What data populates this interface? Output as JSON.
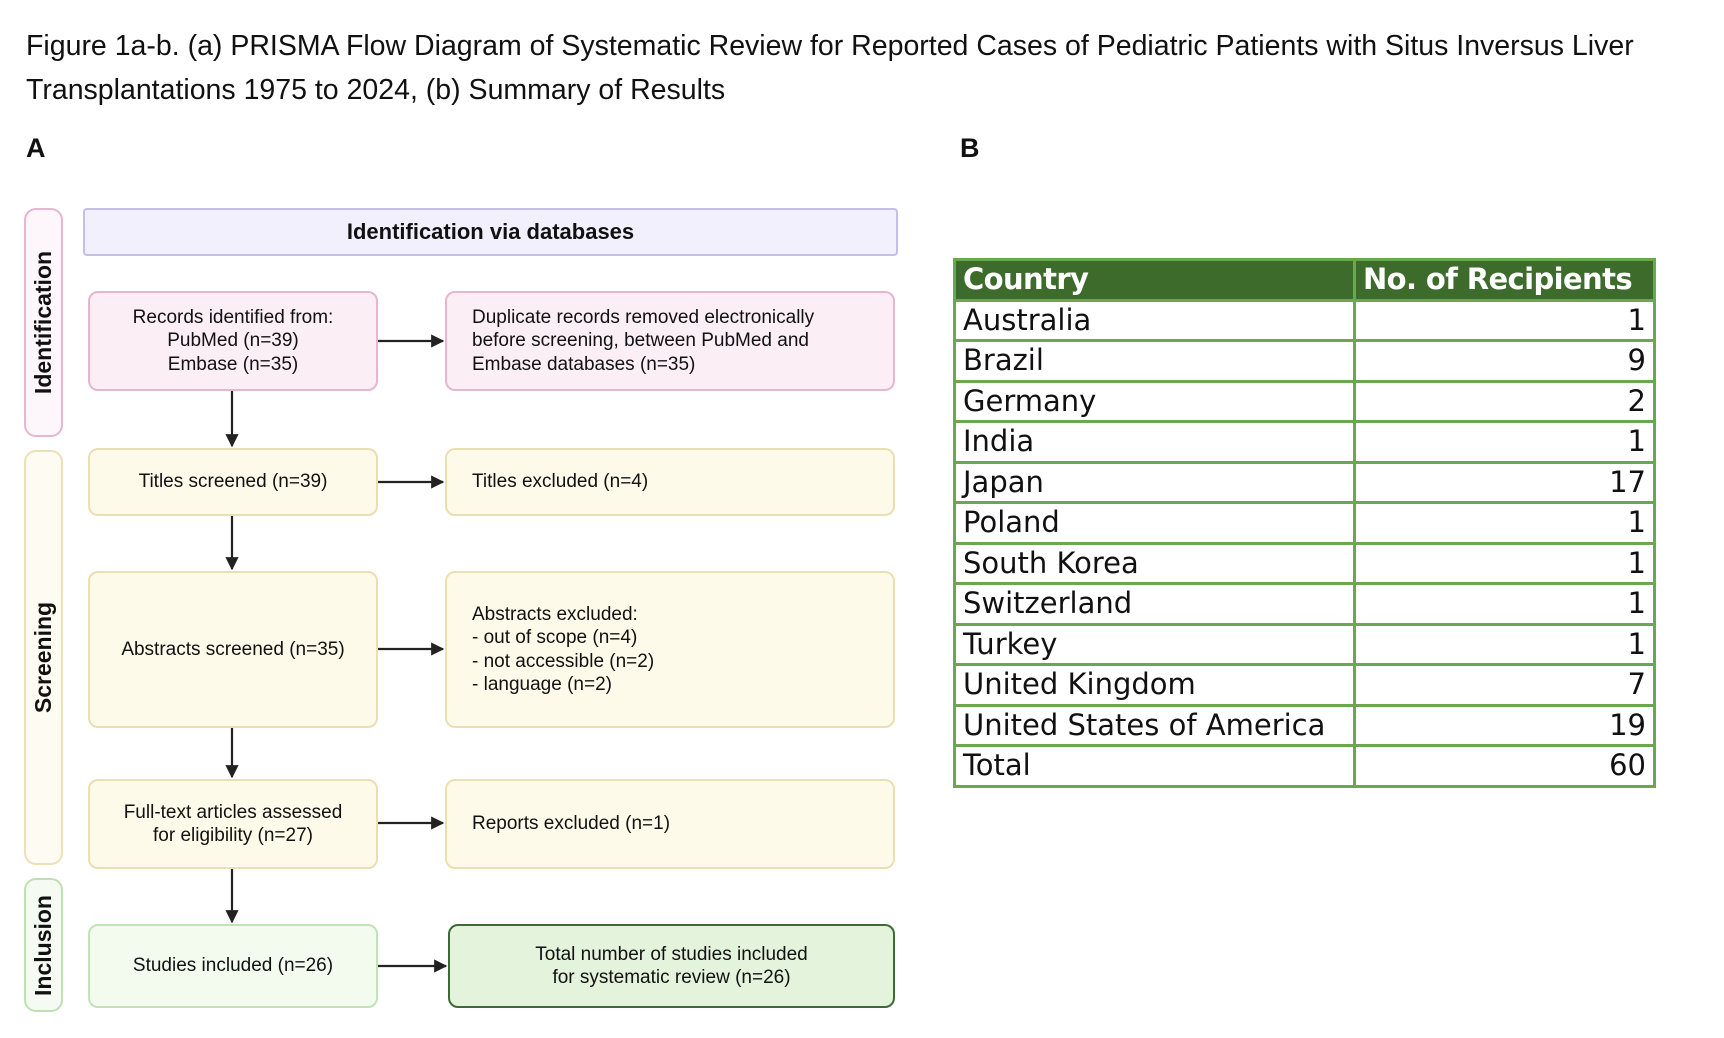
{
  "caption": {
    "line1": "Figure 1a-b. (a) PRISMA Flow Diagram of Systematic Review for Reported Cases of Pediatric Patients with Situs Inversus Liver",
    "line2": "Transplantations  1975 to 2024, (b) Summary of Results"
  },
  "panel_a": {
    "letter": "A",
    "stages": {
      "identification": "Identification",
      "screening": "Screening",
      "inclusion": "Inclusion"
    },
    "header": "Identification via databases",
    "records": [
      "Records identified from:",
      "PubMed (n=39)",
      "Embase (n=35)"
    ],
    "duplicates": [
      "Duplicate records removed electronically",
      "before screening, between PubMed and",
      "Embase databases (n=35)"
    ],
    "titles_screened": "Titles screened (n=39)",
    "titles_excluded": "Titles excluded  (n=4)",
    "abstracts_screened": "Abstracts screened (n=35)",
    "abstracts_excluded": [
      "Abstracts excluded:",
      "- out of scope (n=4)",
      "- not accessible (n=2)",
      "- language (n=2)"
    ],
    "fulltext": [
      "Full-text articles assessed",
      "for eligibility (n=27)"
    ],
    "reports_excluded": "Reports excluded (n=1)",
    "studies_included": "Studies included (n=26)",
    "total_included": [
      "Total number of studies included",
      "for systematic review (n=26)"
    ]
  },
  "panel_b": {
    "letter": "B",
    "headers": [
      "Country",
      "No. of Recipients"
    ],
    "rows": [
      [
        "Australia",
        "1"
      ],
      [
        "Brazil",
        "9"
      ],
      [
        "Germany",
        "2"
      ],
      [
        "India",
        "1"
      ],
      [
        "Japan",
        "17"
      ],
      [
        "Poland",
        "1"
      ],
      [
        "South Korea",
        "1"
      ],
      [
        "Switzerland",
        "1"
      ],
      [
        "Turkey",
        "1"
      ],
      [
        "United Kingdom",
        "7"
      ],
      [
        "United States of America",
        "19"
      ],
      [
        "Total",
        "60"
      ]
    ],
    "colors": {
      "header_bg": "#3d6b2b",
      "border": "#6aa84f"
    }
  }
}
